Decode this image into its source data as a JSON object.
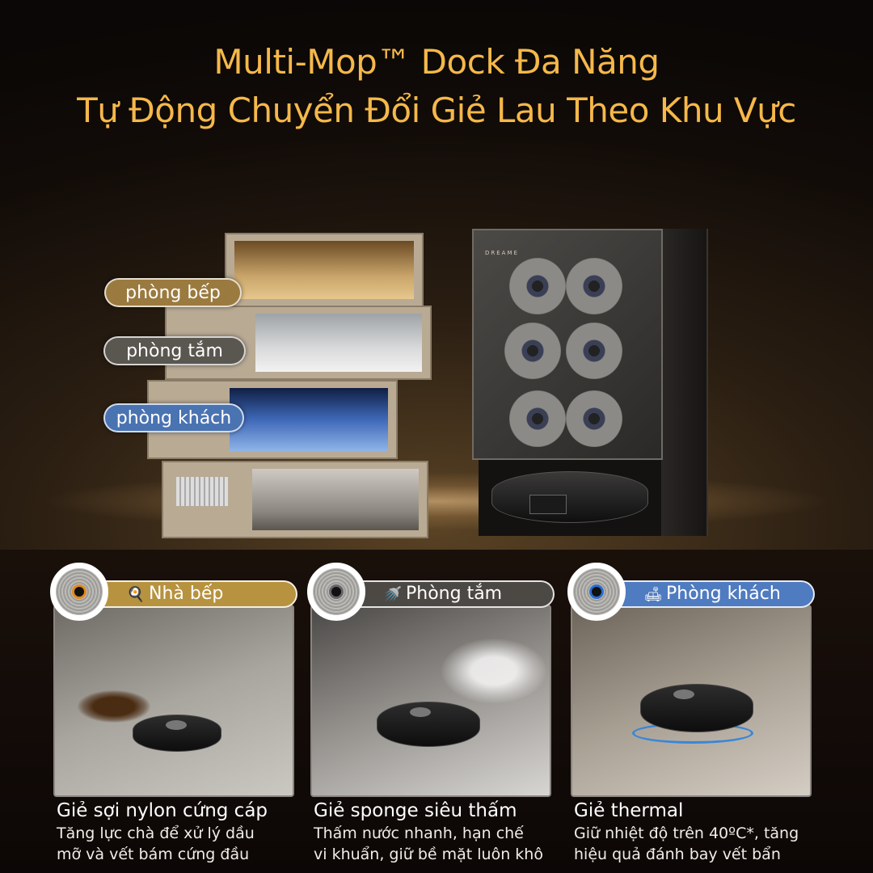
{
  "title_line1": "Multi-Mop™ Dock Đa Năng",
  "title_line2": "Tự Động Chuyển Đổi Giẻ Lau Theo Khu Vực",
  "room_labels": {
    "kitchen": "phòng bếp",
    "bathroom": "phòng tắm",
    "living": "phòng khách"
  },
  "dock_logo": "DREAME",
  "cards": [
    {
      "tab_label": "Nhà bếp",
      "icon": "pan-icon",
      "title": "Giẻ sợi nylon cứng cáp",
      "desc_line1": "Tăng lực chà để xử lý dầu",
      "desc_line2": "mỡ và vết bám cứng đầu",
      "accent": "#b7923f"
    },
    {
      "tab_label": "Phòng tắm",
      "icon": "shower-icon",
      "title": "Giẻ sponge siêu thấm",
      "desc_line1": "Thấm nước nhanh, hạn chế",
      "desc_line2": "vi khuẩn, giữ bề mặt luôn khô",
      "accent": "#4c4945"
    },
    {
      "tab_label": "Phòng khách",
      "icon": "sofa-icon",
      "title": "Giẻ thermal",
      "desc_line1": "Giữ nhiệt độ trên 40ºC*, tăng",
      "desc_line2": "hiệu quả đánh bay vết bẩn",
      "accent": "#4f7bc0"
    }
  ],
  "colors": {
    "title": "#f5b84a"
  }
}
